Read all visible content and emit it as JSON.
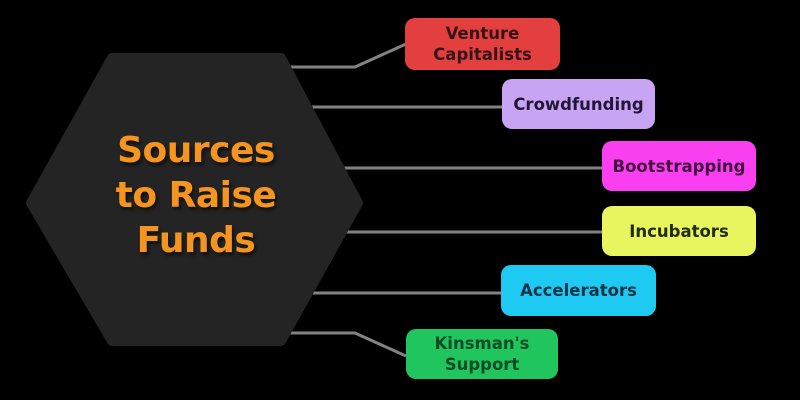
{
  "title": {
    "text": "Sources to Raise Funds",
    "lines": "Sources\nto Raise\nFunds",
    "color": "#F5941F"
  },
  "diagram": {
    "background": "#000000",
    "hexagon_fill": "#242424",
    "connector_color": "#828282"
  },
  "sources": [
    {
      "label": "Venture\nCapitalists",
      "bg": "#E43F3F",
      "text_color": "#331518"
    },
    {
      "label": "Crowdfunding",
      "bg": "#C8A4F4",
      "text_color": "#221636"
    },
    {
      "label": "Bootstrapping",
      "bg": "#F93FF0",
      "text_color": "#43103F"
    },
    {
      "label": "Incubators",
      "bg": "#E7F55E",
      "text_color": "#232B11"
    },
    {
      "label": "Accelerators",
      "bg": "#1EC9F2",
      "text_color": "#103346"
    },
    {
      "label": "Kinsman's\nSupport",
      "bg": "#21C55E",
      "text_color": "#0B4C26"
    }
  ]
}
